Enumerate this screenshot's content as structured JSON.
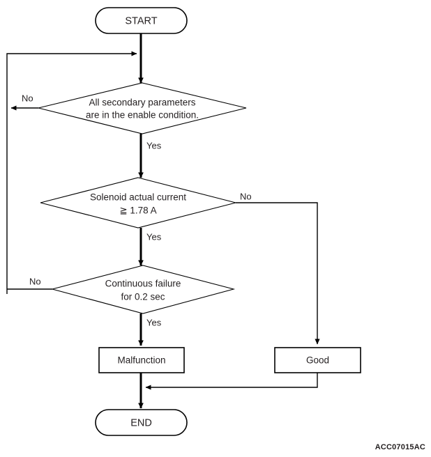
{
  "diagram": {
    "reference_code": "ACC07015AC",
    "colors": {
      "line": "#000000",
      "text": "#231f20",
      "background": "#ffffff"
    },
    "nodes": {
      "start": {
        "type": "terminator",
        "label": "START"
      },
      "decision_1": {
        "type": "decision",
        "line1": "All secondary parameters",
        "line2": "are in the enable condition."
      },
      "decision_2": {
        "type": "decision",
        "line1": "Solenoid actual current",
        "line2": "≧ 1.78 A"
      },
      "decision_3": {
        "type": "decision",
        "line1": "Continuous failure",
        "line2": "for 0.2 sec"
      },
      "malfunction": {
        "type": "process",
        "label": "Malfunction"
      },
      "good": {
        "type": "process",
        "label": "Good"
      },
      "end": {
        "type": "terminator",
        "label": "END"
      }
    },
    "edge_labels": {
      "d1_no": "No",
      "d1_yes": "Yes",
      "d2_no": "No",
      "d2_yes": "Yes",
      "d3_no": "No",
      "d3_yes": "Yes"
    }
  }
}
